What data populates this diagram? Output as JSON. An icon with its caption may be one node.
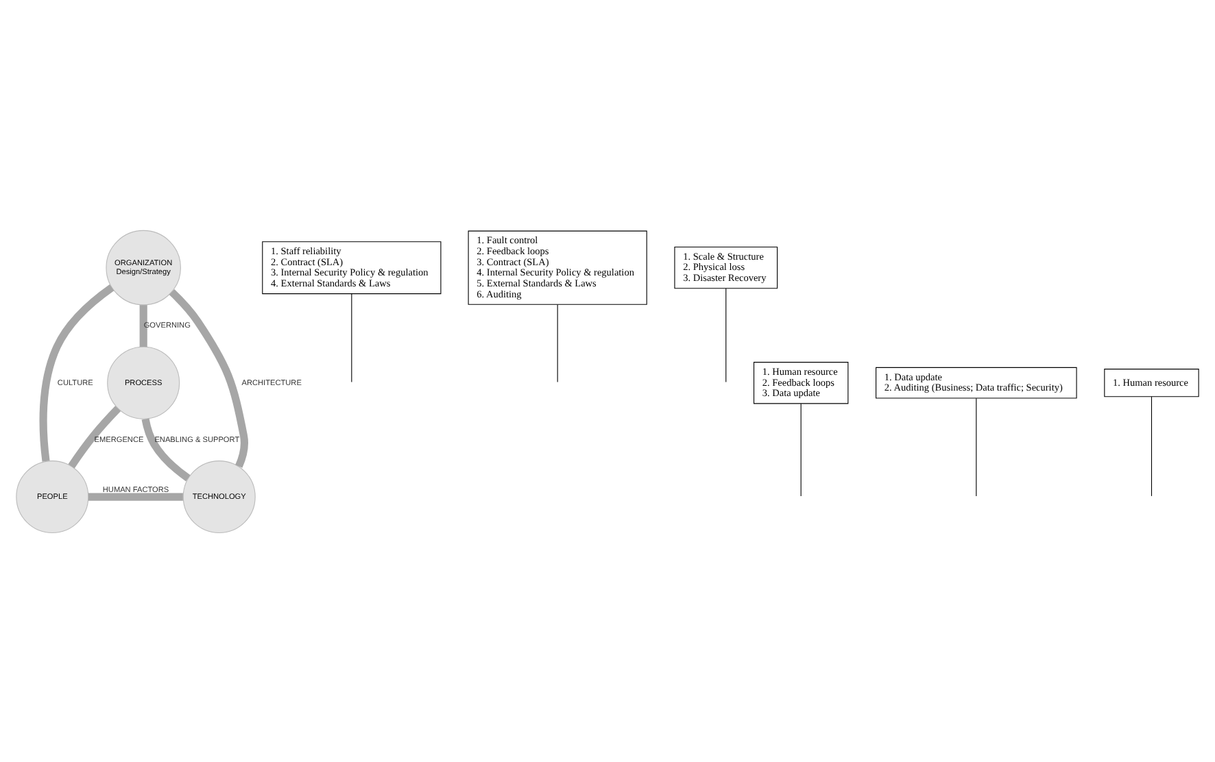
{
  "diagram": {
    "nodes": [
      {
        "text": [
          "ORGANIZATION",
          "Design/Strategy"
        ]
      },
      {
        "text": [
          "PROCESS"
        ]
      },
      {
        "text": [
          "PEOPLE"
        ]
      },
      {
        "text": [
          "TECHNOLOGY"
        ]
      },
      {
        "text": [
          "1. Staff reliability",
          "2. Contract (SLA)",
          "3. Internal Security Policy & regulation",
          "4. External Standards & Laws"
        ]
      },
      {
        "text": [
          "1. Fault control",
          "2. Feedback loops",
          "3. Contract (SLA)",
          "4. Internal Security Policy & regulation",
          "5. External Standards & Laws",
          "6. Auditing"
        ]
      },
      {
        "text": [
          "1. Scale & Structure",
          "2. Physical loss",
          "3. Disaster Recovery"
        ]
      },
      {
        "text": [
          "1. Human resource",
          "2. Feedback loops",
          "3. Data update"
        ]
      },
      {
        "text": [
          "1. Data update",
          "2. Auditing (Business; Data traffic; Security)"
        ]
      },
      {
        "text": [
          "1. Human resource"
        ]
      }
    ],
    "edges": [
      {
        "from": 0,
        "to": 2,
        "arrow": "none",
        "label": "CULTURE",
        "style": "thick",
        "color": "#a6a6a6"
      },
      {
        "from": 0,
        "to": 1,
        "arrow": "none",
        "label": "GOVERNING",
        "style": "thick",
        "color": "#a6a6a6"
      },
      {
        "from": 0,
        "to": 3,
        "arrow": "none",
        "label": "ARCHITECTURE",
        "style": "thick",
        "color": "#a6a6a6"
      },
      {
        "from": 2,
        "to": 1,
        "arrow": "none",
        "label": "EMERGENCE",
        "style": "thick",
        "color": "#a6a6a6"
      },
      {
        "from": 1,
        "to": 3,
        "arrow": "none",
        "label": "ENABLING & SUPPORT",
        "style": "thick",
        "color": "#a6a6a6"
      },
      {
        "from": 2,
        "to": 3,
        "arrow": "none",
        "label": "HUMAN FACTORS",
        "style": "thick",
        "color": "#a6a6a6"
      },
      {
        "from": 4,
        "to": null,
        "arrow": "none",
        "color": "#000000"
      },
      {
        "from": 5,
        "to": null,
        "arrow": "none",
        "color": "#000000"
      },
      {
        "from": 6,
        "to": null,
        "arrow": "none",
        "color": "#000000"
      },
      {
        "from": 7,
        "to": null,
        "arrow": "none",
        "color": "#000000"
      },
      {
        "from": 8,
        "to": null,
        "arrow": "none",
        "color": "#000000"
      },
      {
        "from": 9,
        "to": null,
        "arrow": "none",
        "color": "#000000"
      }
    ]
  }
}
